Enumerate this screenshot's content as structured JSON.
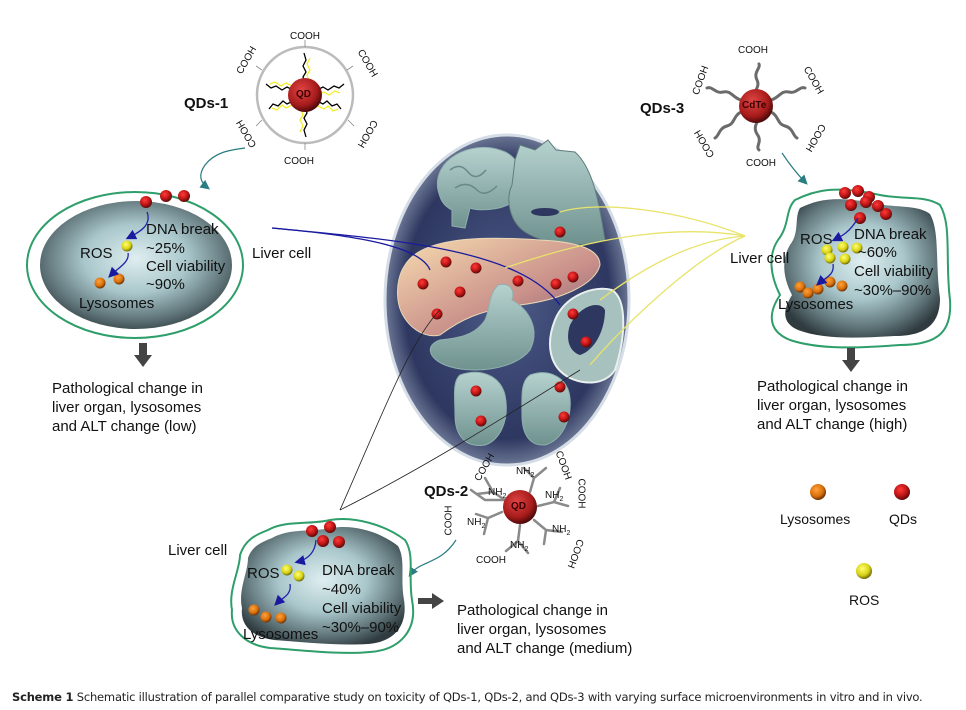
{
  "figure": {
    "qds1": {
      "name": "QDs-1",
      "core_label": "QD",
      "ligand": "COOH",
      "cell_label": "Liver cell",
      "ros_label": "ROS",
      "lysosomes_label": "Lysosomes",
      "dna_break_label": "DNA break",
      "dna_break_value": "~25%",
      "viability_label": "Cell viability",
      "viability_value": "~90%",
      "outcome": [
        "Pathological change in",
        "liver organ, lysosomes",
        "and ALT change (low)"
      ]
    },
    "qds2": {
      "name": "QDs-2",
      "core_label": "QD",
      "ligand_acid": "COOH",
      "ligand_amine": "NH2",
      "cell_label": "Liver cell",
      "ros_label": "ROS",
      "lysosomes_label": "Lysosomes",
      "dna_break_label": "DNA break",
      "dna_break_value": "~40%",
      "viability_label": "Cell viability",
      "viability_value": "~30%–90%",
      "outcome": [
        "Pathological change in",
        "liver organ, lysosomes",
        "and ALT change (medium)"
      ]
    },
    "qds3": {
      "name": "QDs-3",
      "core_label": "CdTe",
      "ligand": "COOH",
      "cell_label": "Liver cell",
      "ros_label": "ROS",
      "lysosomes_label": "Lysosomes",
      "dna_break_label": "DNA break",
      "dna_break_value": "~60%",
      "viability_label": "Cell viability",
      "viability_value": "~30%–90%",
      "outcome": [
        "Pathological change in",
        "liver organ, lysosomes",
        "and ALT change (high)"
      ]
    },
    "legend": {
      "lysosomes": "Lysosomes",
      "qds": "QDs",
      "ros": "ROS"
    },
    "colors": {
      "qd_red": "#d81c1c",
      "lysosome_orange": "#e07a10",
      "ros_yellow": "#e6e21a",
      "membrane_green": "#2e9e6a",
      "connector_blue": "#1a1aa0",
      "connector_yellow": "#e8e36a"
    }
  },
  "caption": {
    "label": "Scheme 1",
    "text": "Schematic illustration of parallel comparative study on toxicity of QDs-1, QDs-2, and QDs-3 with varying surface microenvironments in vitro and in vivo."
  }
}
